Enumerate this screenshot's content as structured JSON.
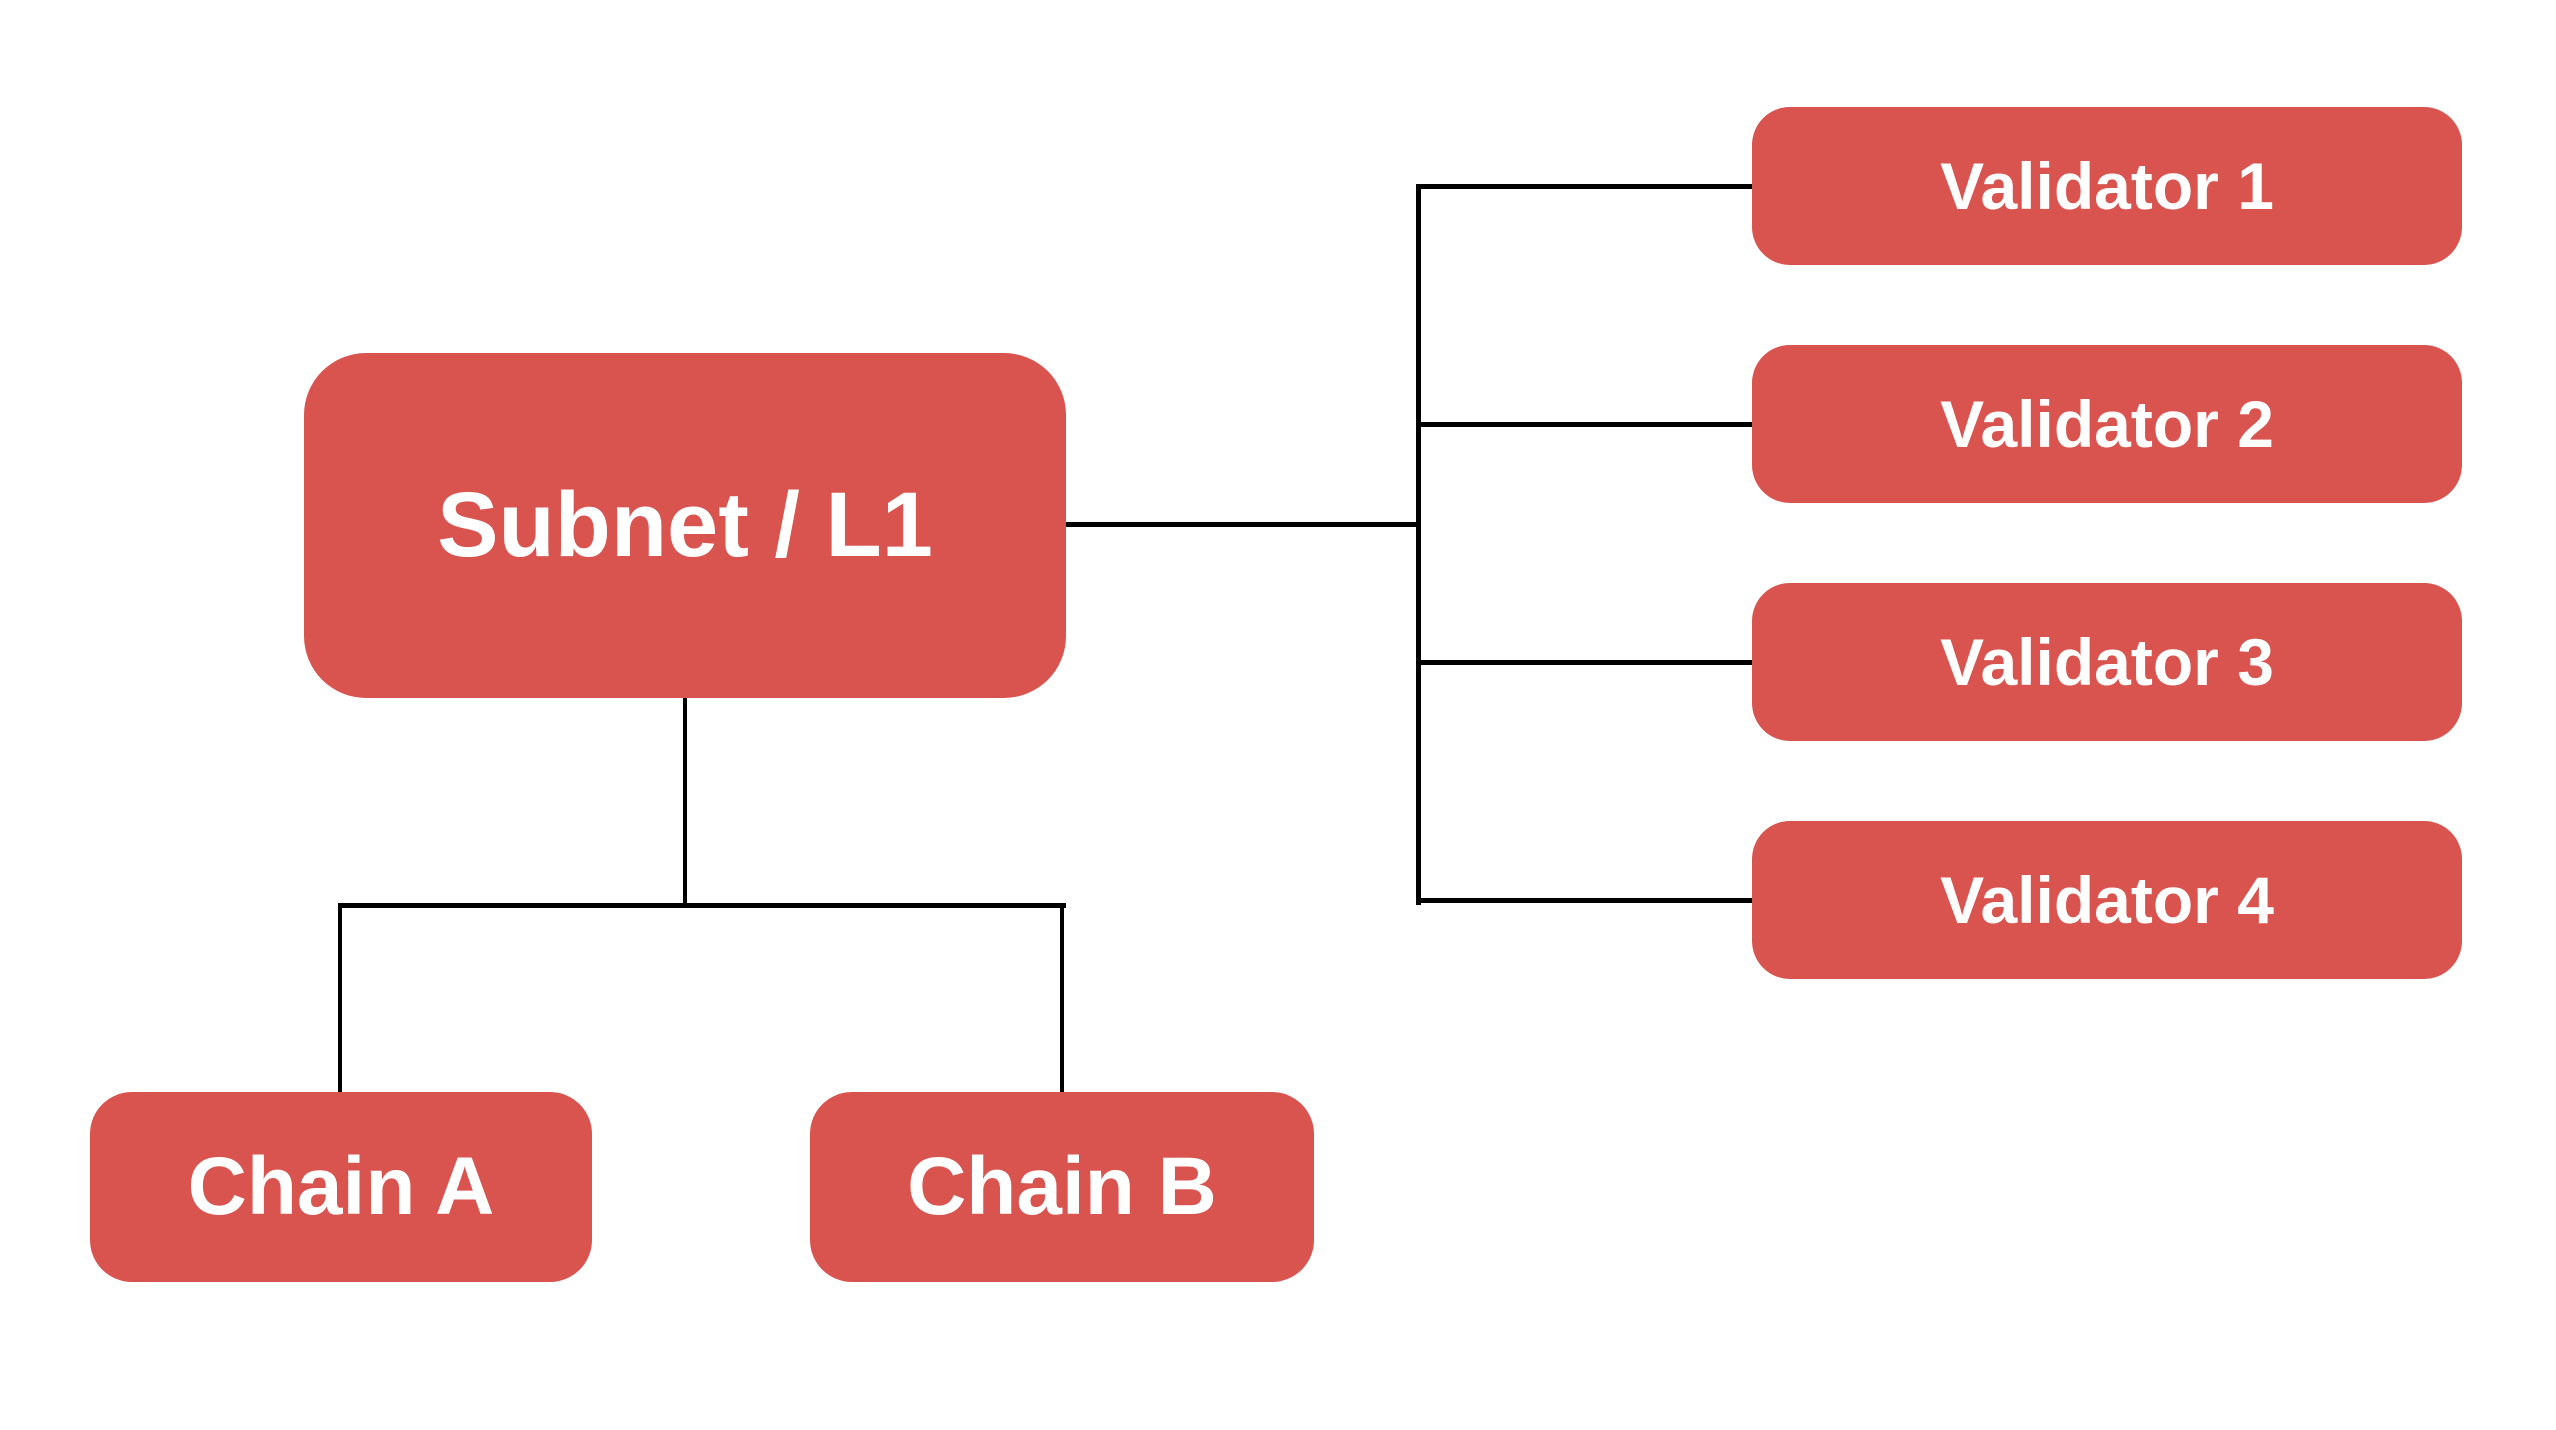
{
  "diagram": {
    "title": "Subnet / L1 topology diagram",
    "colors": {
      "background": "#ffffff",
      "node_fill": "#d9534f",
      "node_text": "#ffffff",
      "connector": "#000000"
    },
    "nodes": {
      "subnet": {
        "label": "Subnet / L1"
      },
      "chain_a": {
        "label": "Chain A"
      },
      "chain_b": {
        "label": "Chain B"
      },
      "validators": [
        {
          "label": "Validator 1"
        },
        {
          "label": "Validator 2"
        },
        {
          "label": "Validator 3"
        },
        {
          "label": "Validator 4"
        }
      ]
    },
    "edges": [
      "subnet-validators-trunk",
      "trunk-validator-1",
      "trunk-validator-2",
      "trunk-validator-3",
      "trunk-validator-4",
      "subnet-chains-comb",
      "comb-chain-a",
      "comb-chain-b"
    ]
  }
}
